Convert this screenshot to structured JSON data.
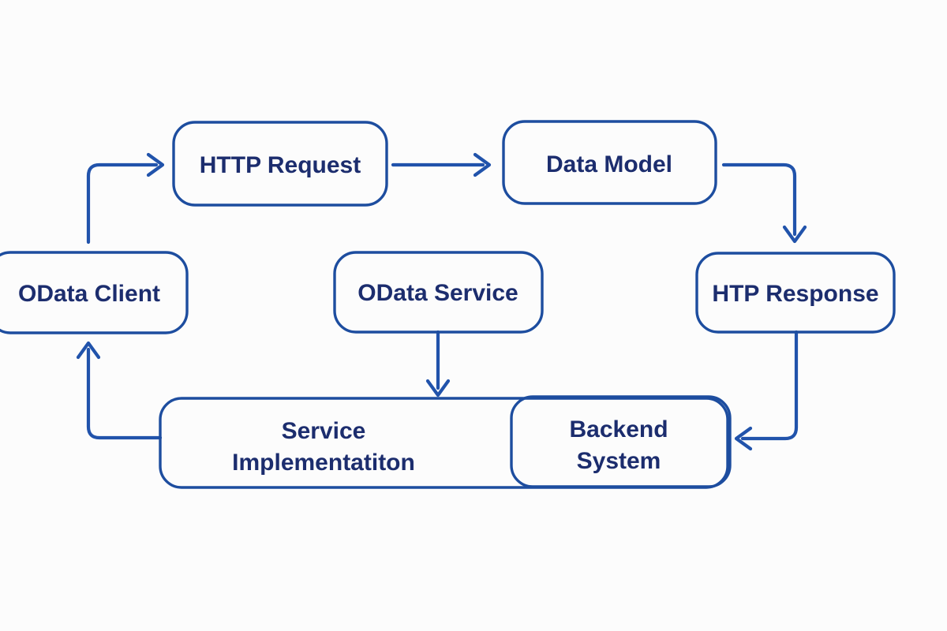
{
  "diagram": {
    "type": "flow-diagram",
    "topic": "OData request/response architecture flow",
    "background_color": "#fcfcfc",
    "box_border_color": "#1d4d9f",
    "arrow_color": "#2153ab",
    "text_color": "#1c2d6e",
    "nodes": [
      {
        "id": "http-request",
        "label": "HTTP Request"
      },
      {
        "id": "data-model",
        "label": "Data Model"
      },
      {
        "id": "odata-client",
        "label": "OData Client"
      },
      {
        "id": "odata-service",
        "label": "OData Service"
      },
      {
        "id": "http-response",
        "label": "HTP Response"
      },
      {
        "id": "service-implementation",
        "label": "Service Implementatiton",
        "lines": [
          "Service",
          "Implementatiton"
        ]
      },
      {
        "id": "backend-system",
        "label": "Backend System",
        "lines": [
          "Backend",
          "System"
        ]
      }
    ],
    "edges": [
      {
        "from": "odata-client",
        "to": "http-request"
      },
      {
        "from": "http-request",
        "to": "data-model"
      },
      {
        "from": "data-model",
        "to": "http-response"
      },
      {
        "from": "odata-service",
        "to": "service-implementation"
      },
      {
        "from": "http-response",
        "to": "backend-system"
      },
      {
        "from": "service-implementation",
        "to": "odata-client"
      }
    ]
  }
}
